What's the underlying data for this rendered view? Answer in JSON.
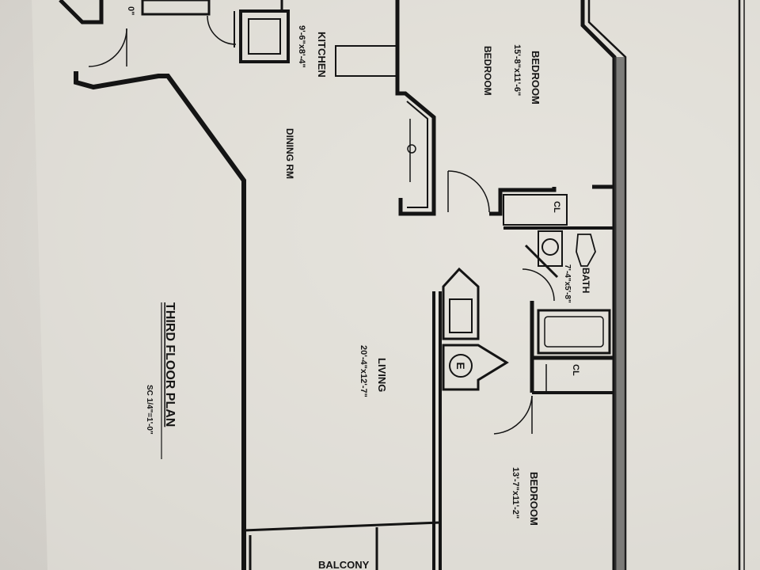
{
  "plan": {
    "title": "THIRD FLOOR PLAN",
    "scale": "SC 1/4\"=1'-0\"",
    "kitchen_label": "KITCHEN",
    "kitchen_dims": "9'-6\"x8'-4\"",
    "dining_label": "DINING RM",
    "bedroom1_label": "BEDROOM",
    "bedroom1_dims": "15'-8\"x11'-6\"",
    "bedroom1_label2": "BEDROOM",
    "closet1_label": "CL",
    "bath_label": "BATH",
    "bath_dims": "7'-4\"x5'-8\"",
    "living_label": "LIVING",
    "living_dims": "20'-4\"x12'-7\"",
    "closet2_label": "CL",
    "bedroom2_label": "BEDROOM",
    "bedroom2_dims": "13'-7\"x11'-2\"",
    "balcony_label": "BALCONY",
    "fireplace_label": "E",
    "corner_fragment": "0\""
  }
}
